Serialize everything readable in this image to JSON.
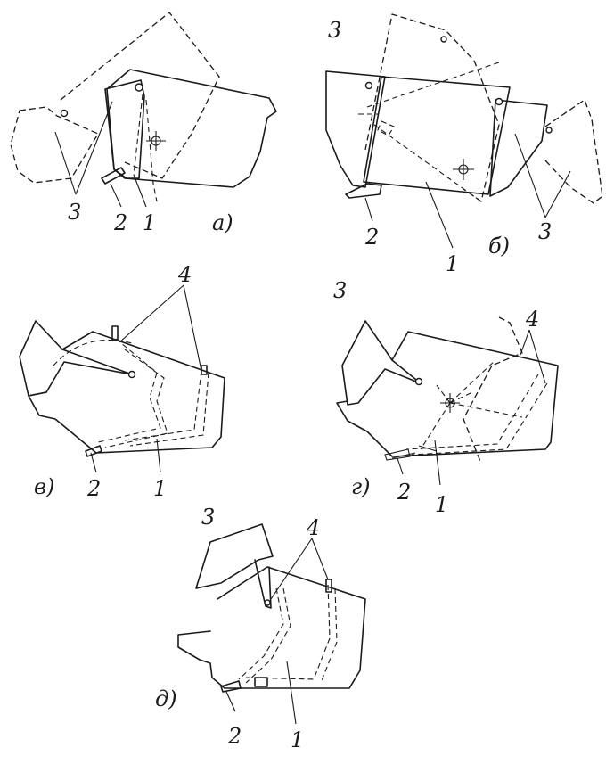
{
  "panels": {
    "a": {
      "caption": "а)",
      "labels": {
        "n1": "1",
        "n2": "2",
        "n3": "3"
      }
    },
    "b": {
      "caption": "б)",
      "labels": {
        "n1": "1",
        "n2": "2",
        "n3_left": "3",
        "n3_right": "3"
      }
    },
    "v": {
      "caption": "в)",
      "labels": {
        "n1": "1",
        "n2": "2",
        "n4": "4"
      }
    },
    "g": {
      "caption": "г)",
      "labels": {
        "n1": "1",
        "n2": "2",
        "n3": "3",
        "n4": "4"
      }
    },
    "d": {
      "caption": "д)",
      "labels": {
        "n1": "1",
        "n2": "2",
        "n3": "3",
        "n4": "4"
      }
    }
  }
}
